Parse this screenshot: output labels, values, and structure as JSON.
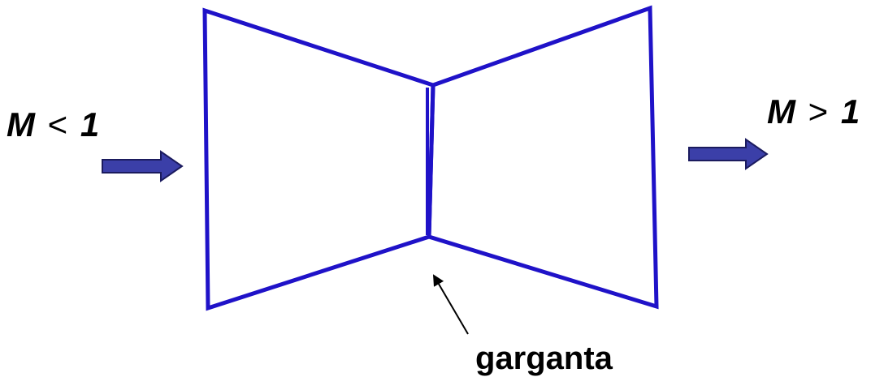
{
  "inlet_label": {
    "variable": "M",
    "operator": "<",
    "value": "1"
  },
  "outlet_label": {
    "variable": "M",
    "operator": ">",
    "value": "1"
  },
  "throat_label": "garganta",
  "colors": {
    "nozzle_outline": "#1f12c8",
    "flow_arrow_fill": "#3b3fa8",
    "flow_arrow_stroke": "#1b1b5e",
    "pointer_arrow": "#000000",
    "text": "#000000"
  }
}
